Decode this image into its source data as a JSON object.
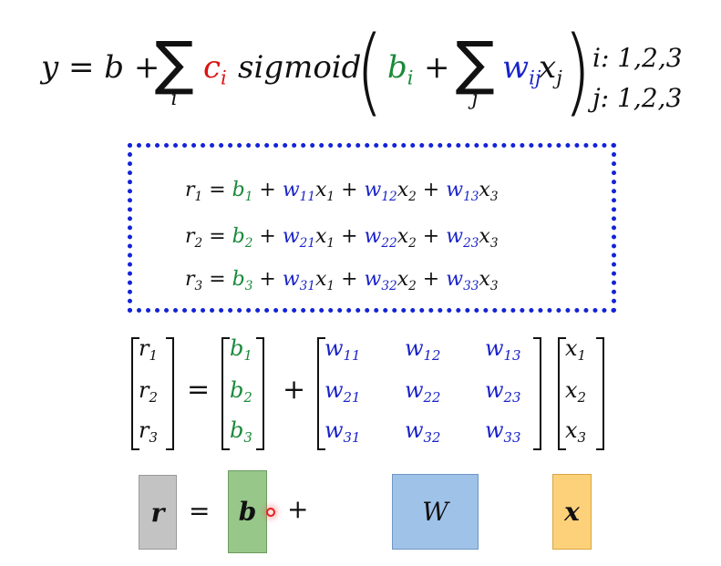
{
  "top_formula": {
    "lhs": "y = b +",
    "sigma": "∑",
    "sum_index_i": "i",
    "c": "c",
    "c_sub": "i",
    "sigmoid": "sigmoid",
    "paren_open": "(",
    "paren_close": ")",
    "b": "b",
    "b_sub": "i",
    "plus": "+",
    "sum_index_j": "j",
    "w": "w",
    "w_sub": "ij",
    "x": "x",
    "x_sub": "j",
    "range_i": "i: 1,2,3",
    "range_j": "j: 1,2,3"
  },
  "equations": [
    {
      "r": "r",
      "rs": "1",
      "b": "b",
      "bs": "1",
      "w1s": "11",
      "w2s": "12",
      "w3s": "13"
    },
    {
      "r": "r",
      "rs": "2",
      "b": "b",
      "bs": "2",
      "w1s": "21",
      "w2s": "22",
      "w3s": "23"
    },
    {
      "r": "r",
      "rs": "3",
      "b": "b",
      "bs": "3",
      "w1s": "31",
      "w2s": "32",
      "w3s": "33"
    }
  ],
  "eq_symbols": {
    "eq": " = ",
    "plus": " + ",
    "w": "w",
    "x": "x",
    "x1": "1",
    "x2": "2",
    "x3": "3"
  },
  "matrix": {
    "r_vec": [
      "1",
      "2",
      "3"
    ],
    "b_vec": [
      "1",
      "2",
      "3"
    ],
    "W": [
      [
        "11",
        "12",
        "13"
      ],
      [
        "21",
        "22",
        "23"
      ],
      [
        "31",
        "32",
        "33"
      ]
    ],
    "x_vec": [
      "1",
      "2",
      "3"
    ],
    "eq": "=",
    "plus": "+",
    "r": "r",
    "b": "b",
    "w": "w",
    "x": "x"
  },
  "blocks": {
    "r": "r",
    "eq": "=",
    "b": "b",
    "plus": "+",
    "W": "W",
    "x": "x",
    "colors": {
      "r": "#c3c3c3",
      "b": "#97c88a",
      "W": "#9fc2e9",
      "x": "#fdd17a"
    }
  },
  "colors": {
    "green": "#1a8a3a",
    "blue": "#1a23c8",
    "red": "#dd1111",
    "dotted_border": "#1423d6"
  }
}
